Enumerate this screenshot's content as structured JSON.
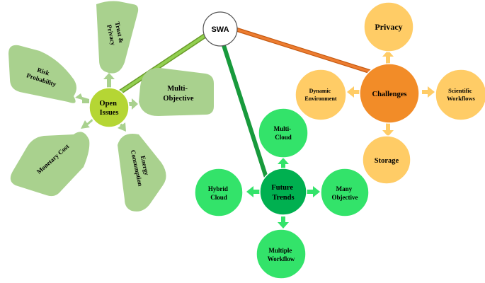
{
  "hub": {
    "label": "SWA"
  },
  "colors": {
    "open_issues_center": "#b5d634",
    "open_issues_petal": "#a9d18e",
    "open_issues_arrow": "#a9d18e",
    "open_issues_link": "#92d050",
    "trends_center": "#00b050",
    "trends_node": "#33e36a",
    "trends_arrow": "#33e36a",
    "trends_link": "#189a3c",
    "challenges_center": "#f28c28",
    "challenges_node": "#ffcc66",
    "challenges_arrow": "#ffcc66",
    "challenges_link": "#ed7d31"
  },
  "open_issues": {
    "center": [
      "Open",
      "Issues"
    ],
    "petals": {
      "trust": [
        "Trust &",
        "Privacy"
      ],
      "multi": [
        "Multi-",
        "Objective"
      ],
      "energy": [
        "Energy",
        "Consumption"
      ],
      "monetary": [
        "Monetary Cost"
      ],
      "risk": [
        "Risk",
        "Probability"
      ]
    }
  },
  "future_trends": {
    "center": [
      "Future",
      "Trends"
    ],
    "nodes": {
      "multicloud": [
        "Multi-",
        "Cloud"
      ],
      "hybrid": [
        "Hybrid",
        "Cloud"
      ],
      "manyobj": [
        "Many",
        "Objective"
      ],
      "multiflow": [
        "Multiple",
        "Workflow"
      ]
    }
  },
  "challenges": {
    "center": [
      "Challenges"
    ],
    "nodes": {
      "privacy": [
        "Privacy"
      ],
      "dynamic": [
        "Dynamic",
        "Environment"
      ],
      "scientific": [
        "Scientific",
        "Workflows"
      ],
      "storage": [
        "Storage"
      ]
    }
  }
}
